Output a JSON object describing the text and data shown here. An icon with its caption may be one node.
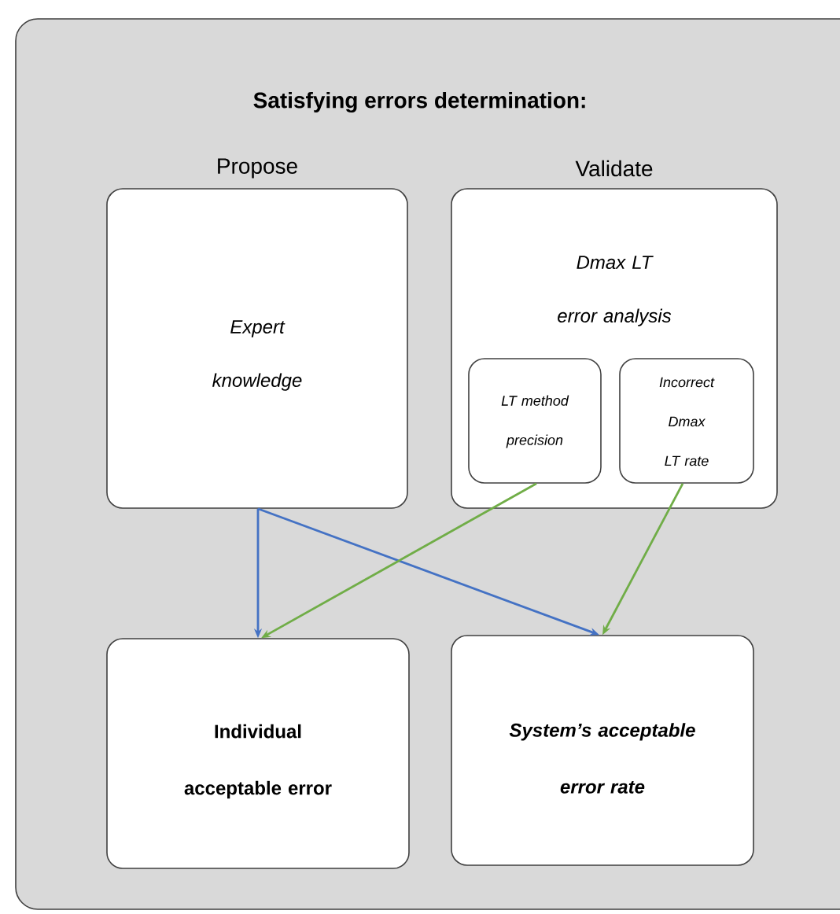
{
  "diagram": {
    "title": "Satisfying errors determination:",
    "nodes": [
      {
        "text": [],
        "shape": "box"
      },
      {
        "text": [
          "Propose",
          "Expert knowledge"
        ],
        "in": 0
      },
      {
        "text": [
          "Validate",
          "Dmax LT error analysis"
        ],
        "in": 0
      },
      {
        "text": [
          "LT method precision"
        ],
        "in": 2
      },
      {
        "text": [
          "Incorrect Dmax LT rate"
        ],
        "in": 2
      },
      {
        "text": [
          "Individual acceptable error"
        ],
        "in": 0
      },
      {
        "text": [
          "System’s acceptable error rate"
        ],
        "in": 0
      }
    ],
    "edges": [
      {
        "from": 1,
        "to": 5,
        "arrow": "to",
        "color": "#4472c4"
      },
      {
        "from": 1,
        "to": 6,
        "arrow": "to",
        "color": "#4472c4"
      },
      {
        "from": 3,
        "to": 5,
        "arrow": "to",
        "color": "#70ad47"
      },
      {
        "from": 4,
        "to": 6,
        "arrow": "to",
        "color": "#70ad47"
      }
    ]
  }
}
